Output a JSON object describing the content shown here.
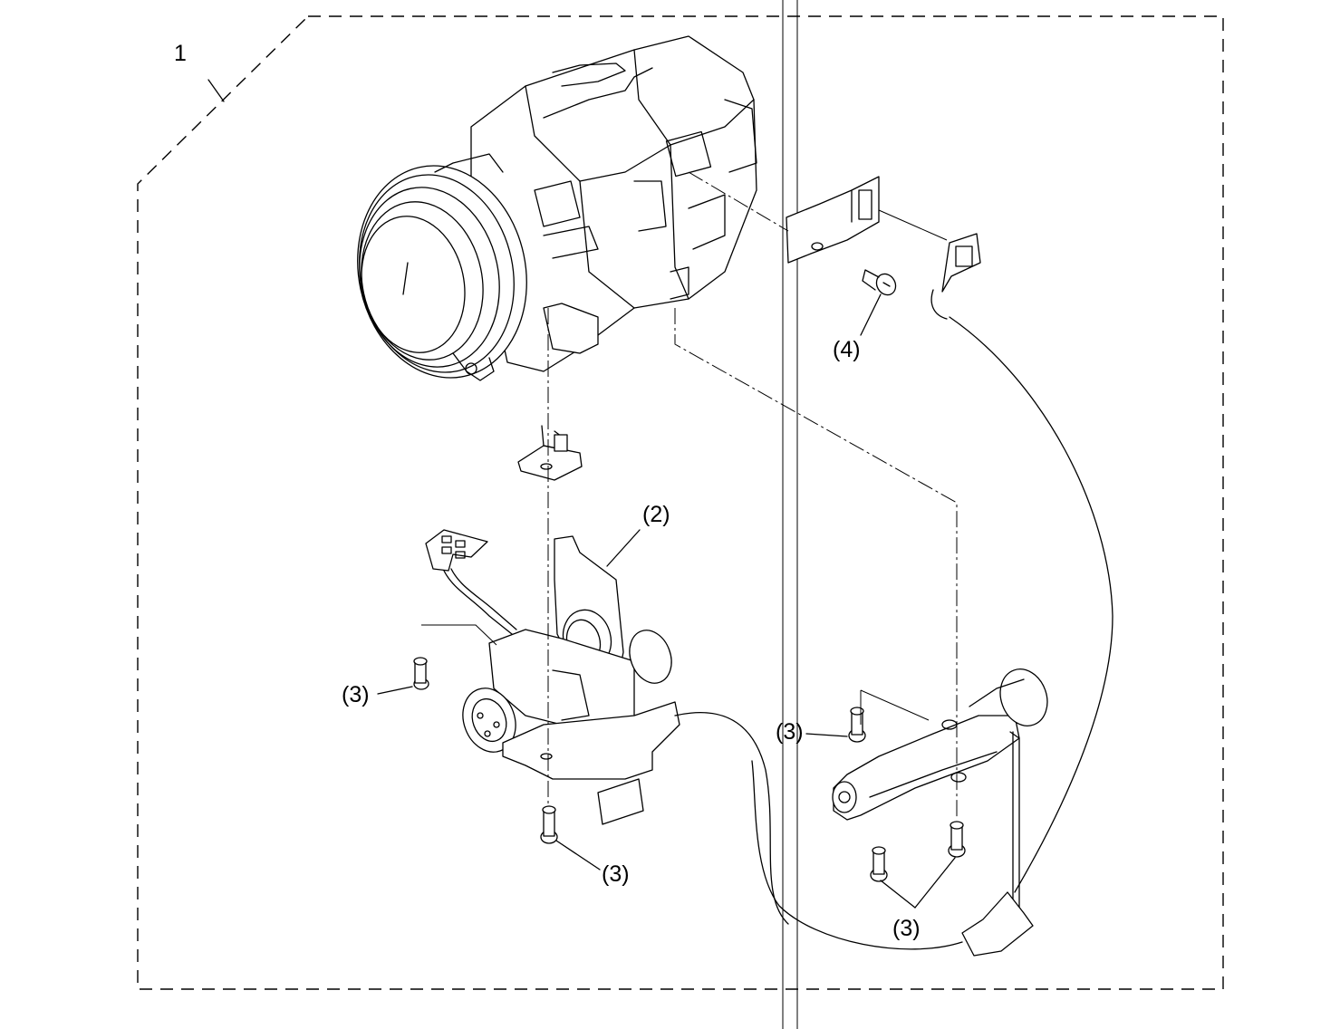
{
  "callouts": {
    "assembly": "1",
    "bracket": "(2)",
    "screw_left": "(3)",
    "screw_bottom": "(3)",
    "screw_right_upper": "(3)",
    "screw_right_lower": "(3)",
    "screw_top": "(4)"
  },
  "colors": {
    "line": "#000000",
    "background": "#ffffff"
  }
}
